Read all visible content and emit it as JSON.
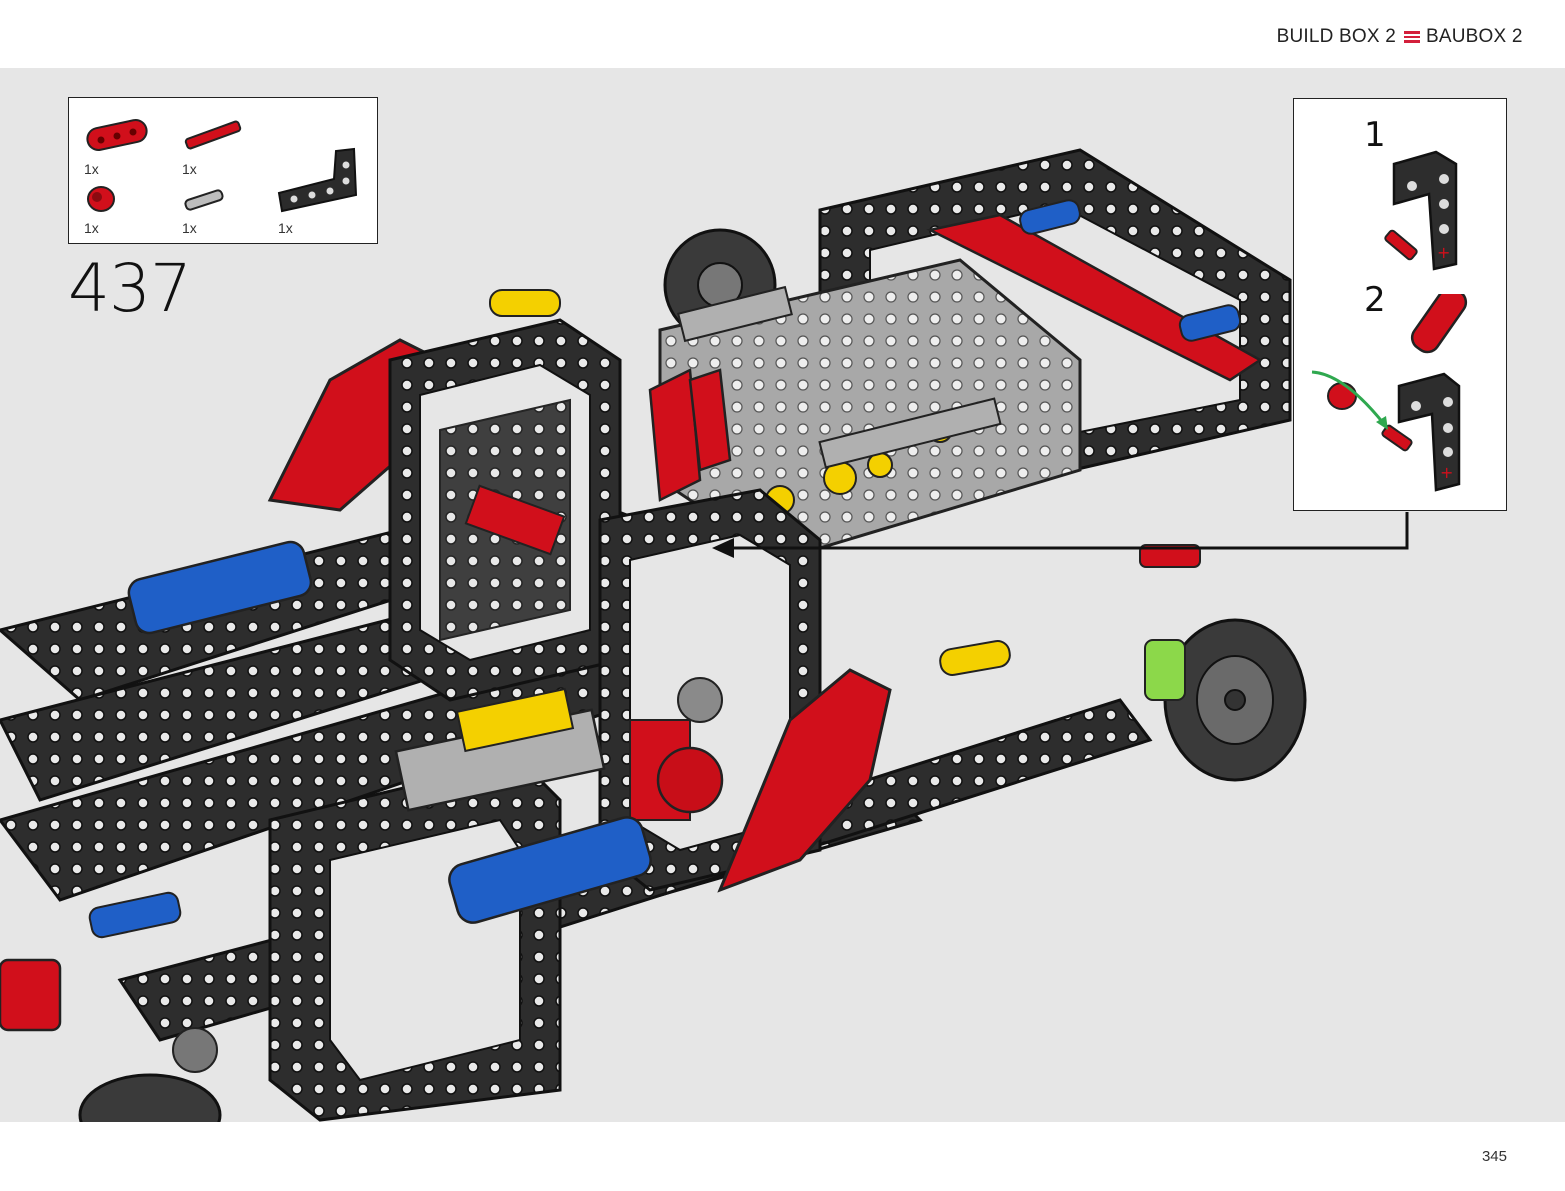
{
  "header": {
    "build_box_en": "BUILD BOX 2",
    "build_box_de": "BAUBOX 2",
    "menu_icon": "three-bar-icon"
  },
  "parts_list": {
    "items": [
      {
        "name": "red-beam-3",
        "qty": "1x",
        "color": "#d10f1b"
      },
      {
        "name": "red-axle-pin",
        "qty": "1x",
        "color": "#d10f1b"
      },
      {
        "name": "red-bush",
        "qty": "1x",
        "color": "#d10f1b"
      },
      {
        "name": "gray-pin",
        "qty": "1x",
        "color": "#9a9a9a"
      },
      {
        "name": "black-l-beam",
        "qty": "1x",
        "color": "#2b2b2b"
      }
    ]
  },
  "step": {
    "number": "437"
  },
  "sub_steps": [
    {
      "number": "1"
    },
    {
      "number": "2"
    }
  ],
  "colors": {
    "frame_dark": "#2d2d2d",
    "frame_red": "#d10f1b",
    "blue": "#1f5fc7",
    "yellow": "#f4d000",
    "background": "#e6e6e6"
  },
  "page": {
    "number": "345"
  }
}
